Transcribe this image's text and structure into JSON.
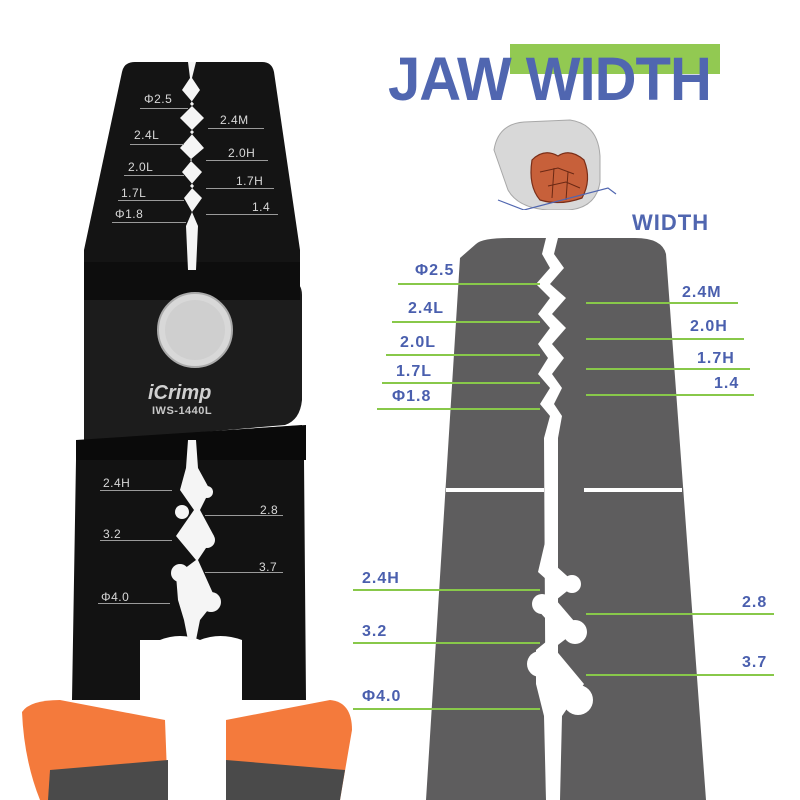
{
  "title": {
    "text": "JAW WIDTH",
    "accent_color": "#92c952",
    "text_color": "#5066b0"
  },
  "diagram": {
    "width_label": "WIDTH"
  },
  "tool": {
    "brand": "iCrimp",
    "model": "IWS-1440L"
  },
  "tool_labels": {
    "upper_left": [
      "Φ2.5",
      "2.4L",
      "2.0L",
      "1.7L",
      "Φ1.8"
    ],
    "upper_right": [
      "2.4M",
      "2.0H",
      "1.7H",
      "1.4"
    ],
    "lower_left": [
      "2.4H",
      "3.2",
      "Φ4.0"
    ],
    "lower_right": [
      "2.8",
      "3.7"
    ]
  },
  "jaw_labels": {
    "upper_left": [
      "Φ2.5",
      "2.4L",
      "2.0L",
      "1.7L",
      "Φ1.8"
    ],
    "upper_right": [
      "2.4M",
      "2.0H",
      "1.7H",
      "1.4"
    ],
    "lower_left": [
      "2.4H",
      "3.2",
      "Φ4.0"
    ],
    "lower_right": [
      "2.8",
      "3.7"
    ]
  },
  "colors": {
    "jaw_gray": "#5e5d5e",
    "tool_black": "#121212",
    "handle_orange": "#f47a3c",
    "line_green": "#88c84a"
  }
}
